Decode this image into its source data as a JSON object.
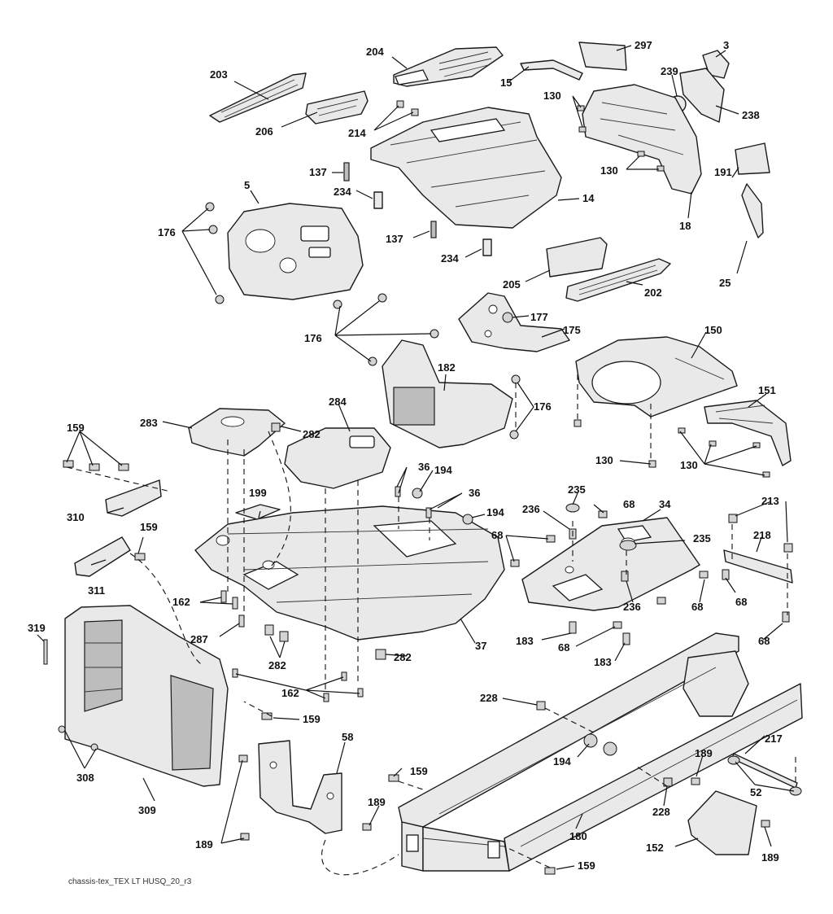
{
  "caption": "chassis-tex_TEX LT HUSQ_20_r3",
  "callouts": {
    "c203": "203",
    "c204": "204",
    "c297": "297",
    "c3": "3",
    "c15": "15",
    "c130a": "130",
    "c239": "239",
    "c206": "206",
    "c214": "214",
    "c238": "238",
    "c130b": "130",
    "c137a": "137",
    "c5": "5",
    "c191": "191",
    "c14": "14",
    "c234a": "234",
    "c176a": "176",
    "c18": "18",
    "c137b": "137",
    "c234b": "234",
    "c25": "25",
    "c205": "205",
    "c202": "202",
    "c177": "177",
    "c175": "175",
    "c150": "150",
    "c176b": "176",
    "c182": "182",
    "c176c": "176",
    "c151": "151",
    "c284": "284",
    "c159a": "159",
    "c283": "283",
    "c282a": "282",
    "c130c": "130",
    "c130d": "130",
    "c36a": "36",
    "c194a": "194",
    "c36b": "36",
    "c235a": "235",
    "c199": "199",
    "c236a": "236",
    "c68a": "68",
    "c34": "34",
    "c213": "213",
    "c194b": "194",
    "c310": "310",
    "c68b": "68",
    "c235b": "235",
    "c218": "218",
    "c159b": "159",
    "c311": "311",
    "c162a": "162",
    "c68c": "68",
    "c68d": "68",
    "c236b": "236",
    "c319": "319",
    "c287": "287",
    "c37": "37",
    "c183a": "183",
    "c68e": "68",
    "c183b": "183",
    "c282b": "282",
    "c68f": "68",
    "c282c": "282",
    "c162b": "162",
    "c159c": "159",
    "c228a": "228",
    "c217": "217",
    "c58": "58",
    "c194c": "194",
    "c189a": "189",
    "c308": "308",
    "c159d": "159",
    "c52": "52",
    "c228b": "228",
    "c309": "309",
    "c189b": "189",
    "c180": "180",
    "c152": "152",
    "c189c": "189",
    "c189d": "189",
    "c159e": "159"
  }
}
